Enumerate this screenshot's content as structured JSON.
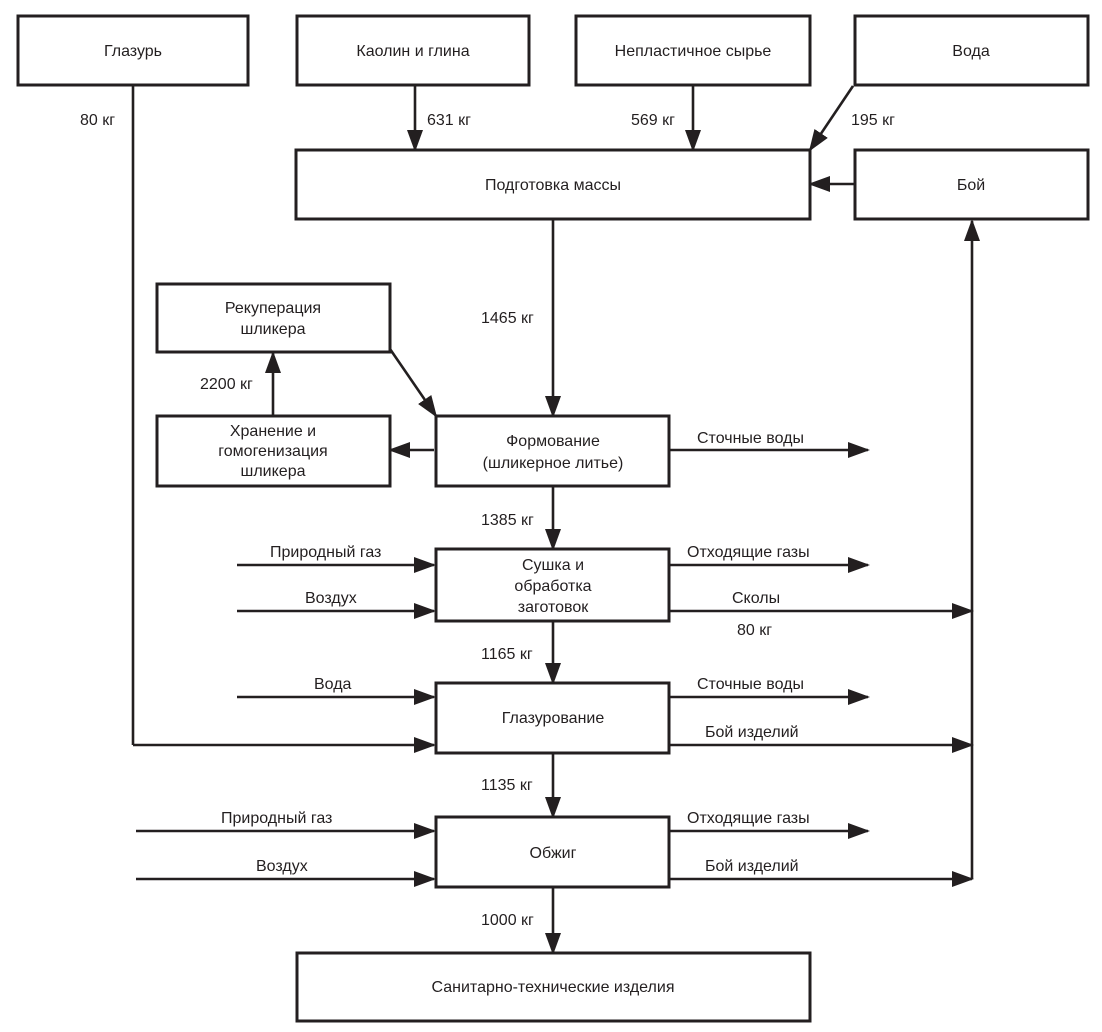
{
  "boxes": {
    "glaze": "Глазурь",
    "kaolin": "Каолин и глина",
    "nonplastic": "Непластичное сырье",
    "water": "Вода",
    "mass_prep": "Подготовка массы",
    "scrap": "Бой",
    "slip_recovery": [
      "Рекуперация",
      "шликера"
    ],
    "slip_storage": [
      "Хранение и",
      "гомогенизация",
      "шликера"
    ],
    "forming": [
      "Формование",
      "(шликерное литье)"
    ],
    "drying": [
      "Сушка и",
      "обработка",
      "заготовок"
    ],
    "glazing": "Глазурование",
    "firing": "Обжиг",
    "product": "Санитарно-технические изделия"
  },
  "flows": {
    "glaze_kg": "80 кг",
    "kaolin_kg": "631 кг",
    "nonplastic_kg": "569 кг",
    "water_kg": "195 кг",
    "mass_kg": "1465 кг",
    "slip_kg": "2200 кг",
    "formed_kg": "1385 кг",
    "dried_kg": "1165 кг",
    "glazed_kg": "1135 кг",
    "fired_kg": "1000 кг",
    "chips_kg": "80 кг"
  },
  "streams": {
    "forming_out": "Сточные воды",
    "drying_in_gas": "Природный газ",
    "drying_in_air": "Воздух",
    "drying_out_gas": "Отходящие газы",
    "drying_out_chips": "Сколы",
    "glazing_in_water": "Вода",
    "glazing_out_water": "Сточные воды",
    "glazing_out_scrap": "Бой изделий",
    "firing_in_gas": "Природный газ",
    "firing_in_air": "Воздух",
    "firing_out_gas": "Отходящие газы",
    "firing_out_scrap": "Бой изделий"
  }
}
